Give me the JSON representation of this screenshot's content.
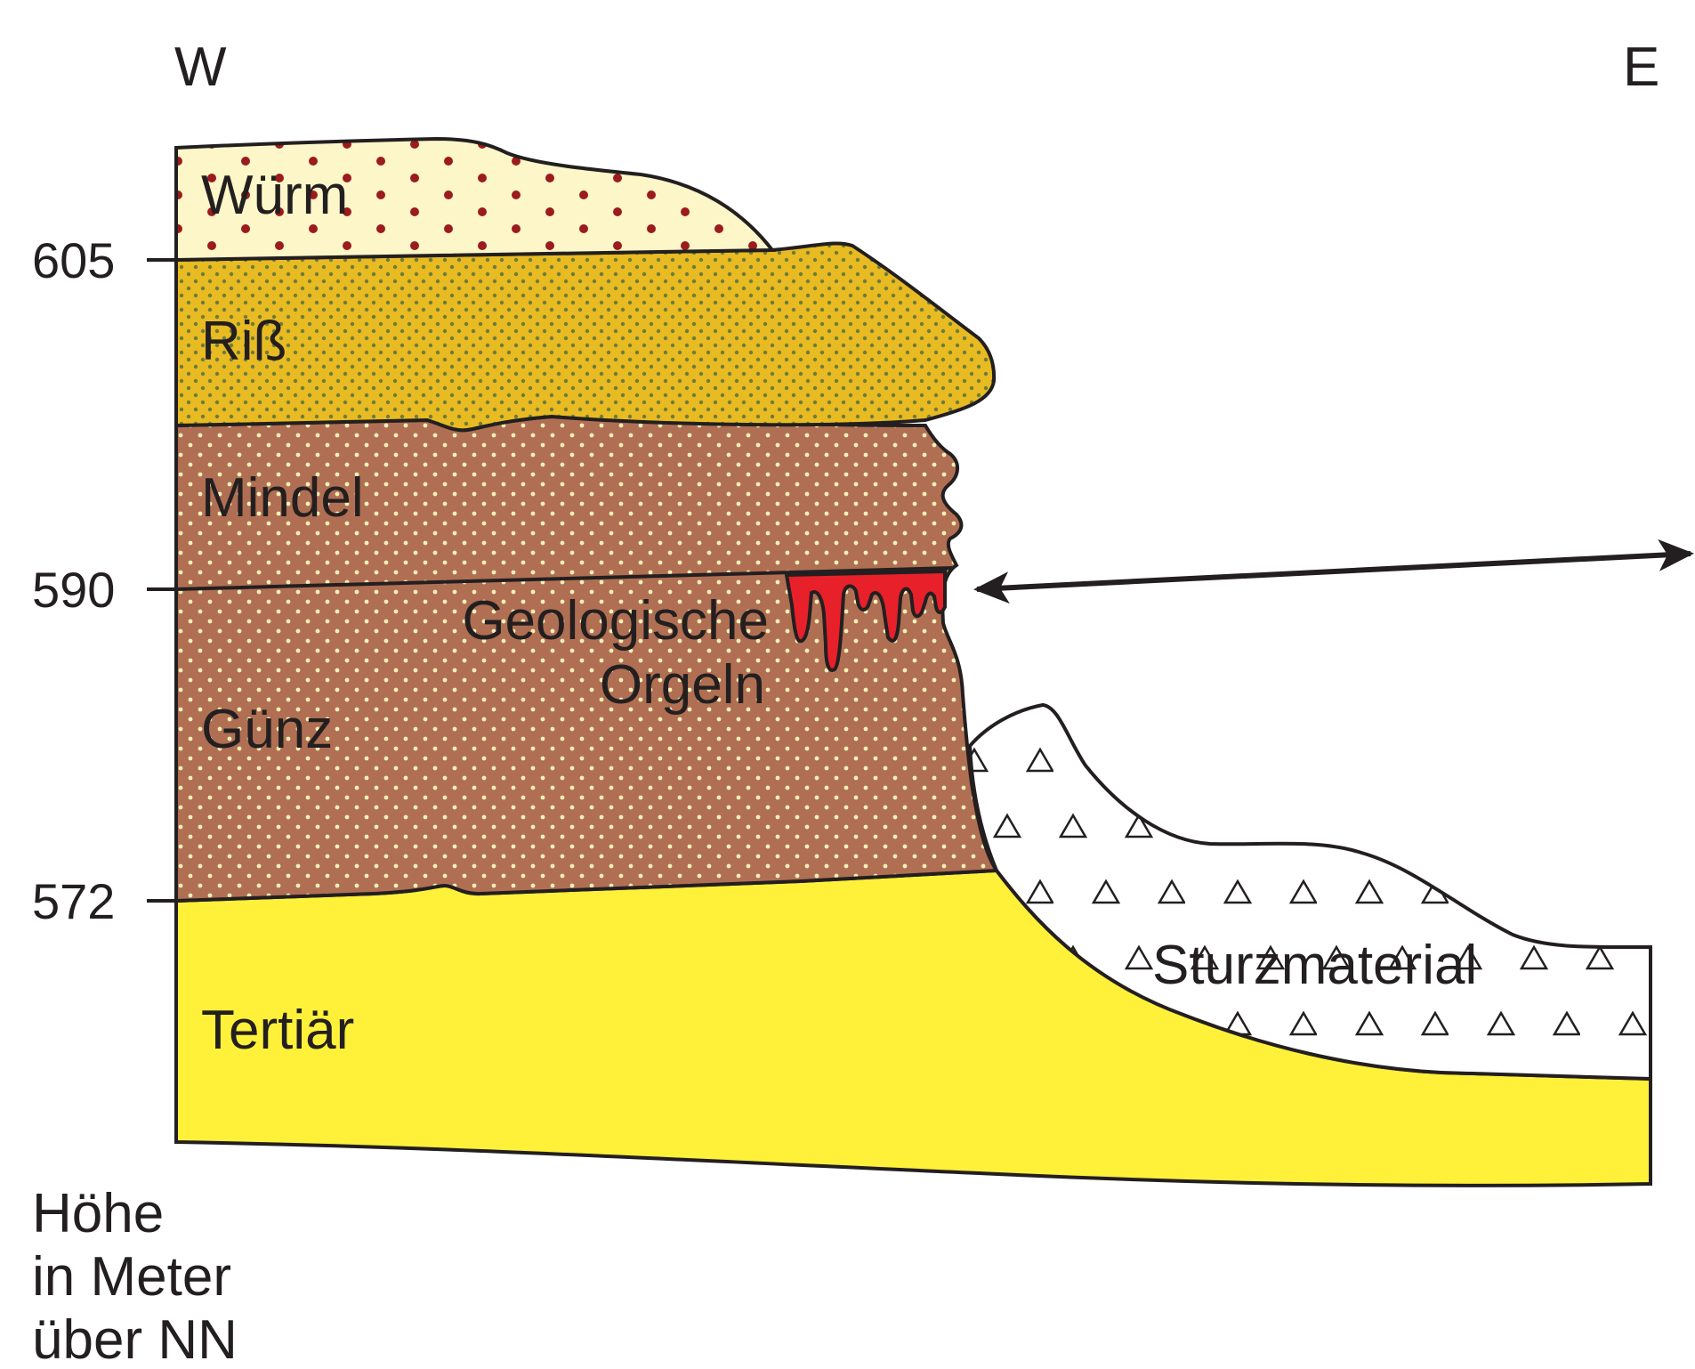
{
  "directions": {
    "west": "W",
    "east": "E"
  },
  "elevation_ticks": [
    "605",
    "590",
    "572"
  ],
  "axis_caption": [
    "Höhe",
    "in Meter",
    "über NN"
  ],
  "layers": {
    "wurm": "Würm",
    "riss": "Riß",
    "mindel": "Mindel",
    "gunz": "Günz",
    "tertiar": "Tertiär",
    "sturz": "Sturzmaterial"
  },
  "feature_label": [
    "Geologische",
    "Orgeln"
  ],
  "colors": {
    "wurm": "#fdf6c8",
    "riss": "#e8bb22",
    "mindel_gunz": "#b06f53",
    "tertiar": "#fff03a",
    "orgeln": "#e8202a",
    "line": "#231f20"
  }
}
